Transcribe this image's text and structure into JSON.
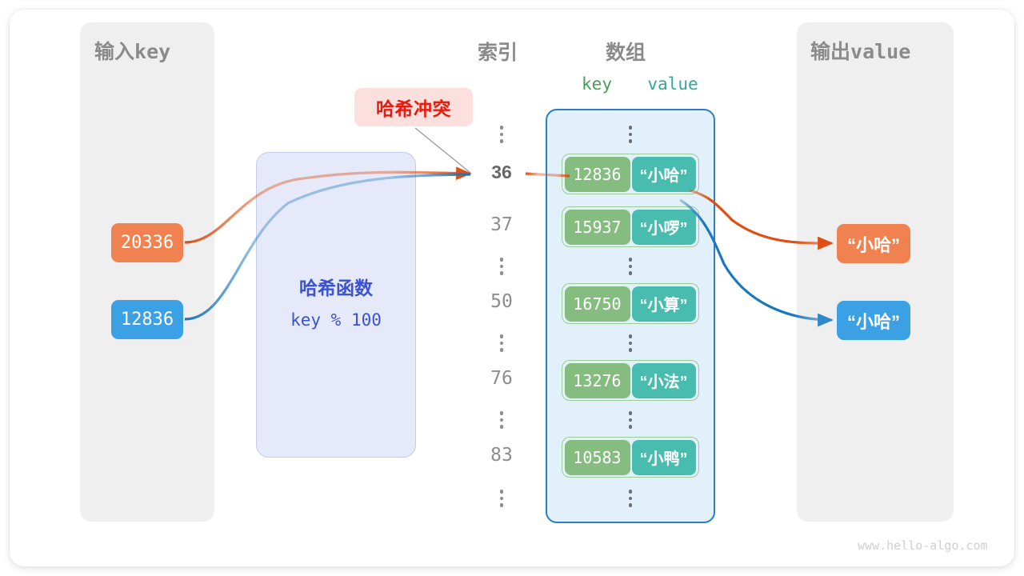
{
  "diagram": {
    "watermark": "www.hello-algo.com",
    "collision_label": "哈希冲突",
    "colors": {
      "orange": "#ef8250",
      "orange_arrow": "#de4f14",
      "blue": "#3ca0e5",
      "blue_arrow": "#1a78bd",
      "key_green": "#85bd80",
      "value_teal": "#49bcb0",
      "array_border": "#2a7fc4",
      "array_fill": "#e1f0fb",
      "hash_fill": "#e6e9fa",
      "hash_text": "#3b53cf",
      "panel_grey": "#efefef",
      "collision_red": "#e8190d",
      "collision_bg": "#fbe0de"
    }
  },
  "input_panel": {
    "title_cn": "输入",
    "title_mono": "key",
    "keys": [
      {
        "value": "20336",
        "color": "#ef8250"
      },
      {
        "value": "12836",
        "color": "#3ca0e5"
      }
    ]
  },
  "hash_function": {
    "name": "哈希函数",
    "expression": "key % 100"
  },
  "index_column": {
    "title": "索引",
    "entries": [
      {
        "type": "dots"
      },
      {
        "type": "index",
        "label": "36",
        "highlight": true
      },
      {
        "type": "index",
        "label": "37",
        "highlight": false
      },
      {
        "type": "dots"
      },
      {
        "type": "index",
        "label": "50",
        "highlight": false
      },
      {
        "type": "dots"
      },
      {
        "type": "index",
        "label": "76",
        "highlight": false
      },
      {
        "type": "dots"
      },
      {
        "type": "index",
        "label": "83",
        "highlight": false
      },
      {
        "type": "dots"
      }
    ]
  },
  "array_column": {
    "title": "数组",
    "header_key": "key",
    "header_value": "value",
    "rows": [
      {
        "type": "dots"
      },
      {
        "type": "cell",
        "key": "12836",
        "value": "“小哈”"
      },
      {
        "type": "cell",
        "key": "15937",
        "value": "“小啰”"
      },
      {
        "type": "dots"
      },
      {
        "type": "cell",
        "key": "16750",
        "value": "“小算”"
      },
      {
        "type": "dots"
      },
      {
        "type": "cell",
        "key": "13276",
        "value": "“小法”"
      },
      {
        "type": "dots"
      },
      {
        "type": "cell",
        "key": "10583",
        "value": "“小鸭”"
      },
      {
        "type": "dots"
      }
    ]
  },
  "output_panel": {
    "title_cn": "输出",
    "title_mono": "value",
    "values": [
      {
        "value": "“小哈”",
        "color": "#ef8250"
      },
      {
        "value": "“小哈”",
        "color": "#3ca0e5"
      }
    ]
  }
}
